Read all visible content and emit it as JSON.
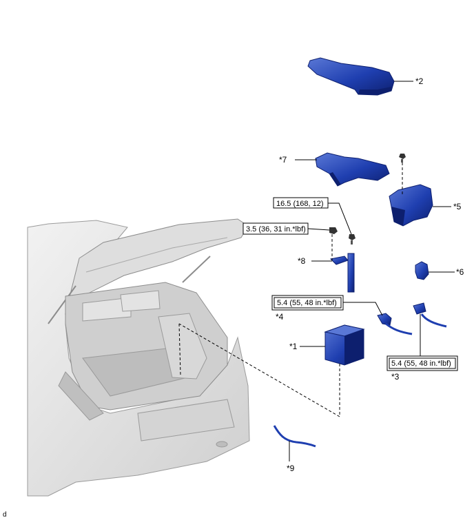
{
  "parts": [
    {
      "id": "part-2",
      "label": "*2"
    },
    {
      "id": "part-7",
      "label": "*7"
    },
    {
      "id": "part-5",
      "label": "*5"
    },
    {
      "id": "part-8",
      "label": "*8"
    },
    {
      "id": "part-6",
      "label": "*6"
    },
    {
      "id": "part-4",
      "label": "*4"
    },
    {
      "id": "part-1",
      "label": "*1"
    },
    {
      "id": "part-3",
      "label": "*3"
    },
    {
      "id": "part-9",
      "label": "*9"
    }
  ],
  "torque_specs": [
    {
      "id": "torque-bracket-bolt",
      "text": "16.5 (168, 12)",
      "double_frame": false
    },
    {
      "id": "torque-nut",
      "text": "3.5 (36, 31 in.*lbf)",
      "double_frame": false
    },
    {
      "id": "torque-terminal-4",
      "text": "5.4 (55, 48 in.*lbf)",
      "double_frame": true
    },
    {
      "id": "torque-terminal-3",
      "text": "5.4 (55, 48 in.*lbf)",
      "double_frame": true
    }
  ],
  "footnote": "d",
  "colors": {
    "part_fill": "#1f3fb0",
    "part_dark": "#0d1f6e",
    "part_light": "#5a78d6",
    "vehicle": "#e6e6e6",
    "vehicle_shade": "#c8c8c8",
    "line": "#000000"
  }
}
